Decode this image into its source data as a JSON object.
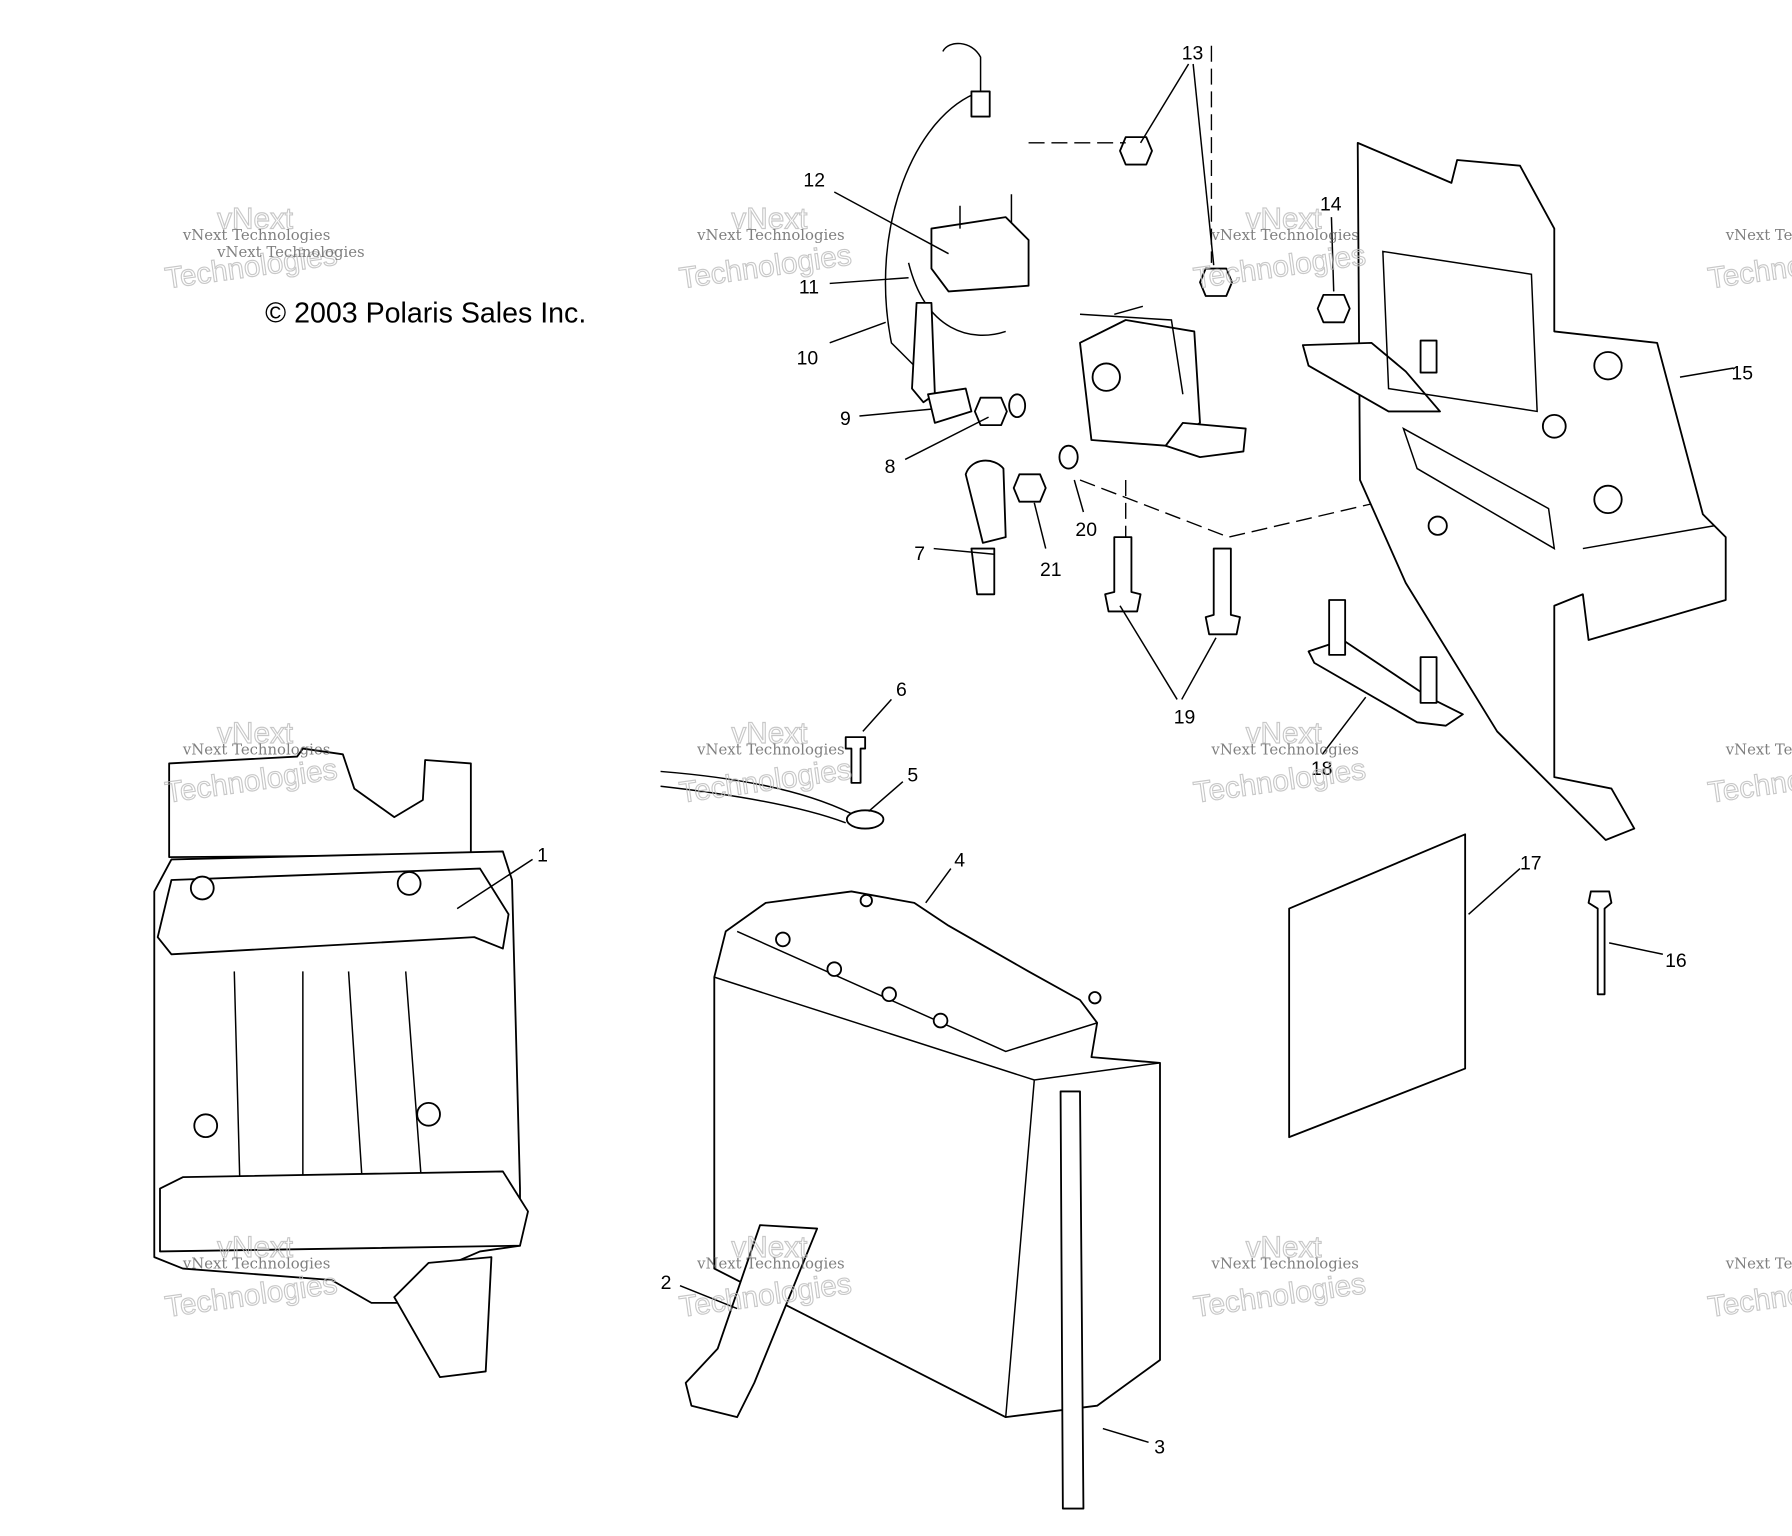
{
  "copyright": "© 2003 Polaris Sales Inc.",
  "watermark": {
    "small": "vNext Technologies",
    "large": "Technologies",
    "top": "vNext"
  },
  "callouts": [
    "1",
    "2",
    "3",
    "4",
    "5",
    "6",
    "7",
    "8",
    "9",
    "10",
    "11",
    "12",
    "13",
    "14",
    "15",
    "16",
    "17",
    "18",
    "19",
    "20",
    "21"
  ]
}
